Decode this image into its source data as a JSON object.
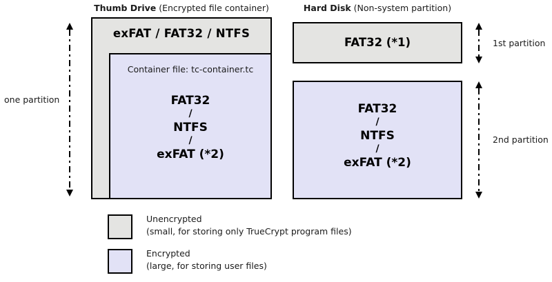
{
  "diagram": {
    "title_thumb_bold": "Thumb Drive",
    "title_thumb_note": " (Encrypted file container)",
    "title_hdd_bold": "Hard Disk",
    "title_hdd_note": " (Non-system partition)"
  },
  "thumb_drive": {
    "outer_filesystem_label": "exFAT / FAT32 / NTFS",
    "container_file_label": "Container file: tc-container.tc",
    "fs_stack": {
      "line1": "FAT32",
      "sep1": "/",
      "line2": "NTFS",
      "sep2": "/",
      "line3": "exFAT (*2)"
    }
  },
  "hard_disk": {
    "partition1_label": "FAT32 (*1)",
    "fs_stack": {
      "line1": "FAT32",
      "sep1": "/",
      "line2": "NTFS",
      "sep2": "/",
      "line3": "exFAT (*2)"
    }
  },
  "annotations": {
    "one_partition": "one partition",
    "first_partition": "1st partition",
    "second_partition": "2nd partition"
  },
  "legend": {
    "unencrypted": {
      "title": "Unencrypted",
      "subtitle": "(small, for storing only TrueCrypt program files)"
    },
    "encrypted": {
      "title": "Encrypted",
      "subtitle": "(large, for storing user files)"
    }
  },
  "colors": {
    "unencrypted_fill": "#e4e4e2",
    "encrypted_fill": "#e2e2f6",
    "outline": "#000000",
    "background": "#ffffff",
    "text": "#1a1a1a"
  }
}
